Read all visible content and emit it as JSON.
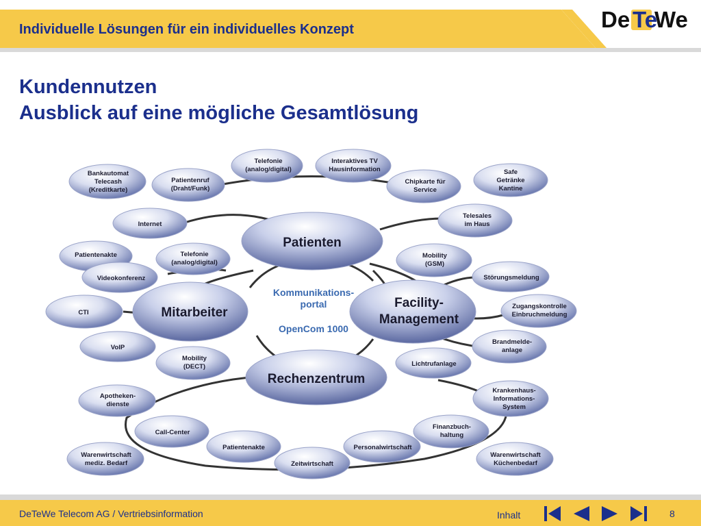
{
  "header": {
    "title": "Individuelle Lösungen für ein individuelles Konzept",
    "logo_text": "DeTeWe"
  },
  "headline": {
    "line1": "Kundennutzen",
    "line2": "Ausblick auf eine mögliche Gesamtlösung"
  },
  "colors": {
    "accent_yellow": "#f6c949",
    "title_blue": "#1b2f8c",
    "bubble_blue": "#6f7fb3",
    "line_dark": "#333333"
  },
  "diagram": {
    "center": {
      "line1": "Kommunikations-",
      "line2": "portal",
      "line3": "OpenCom 1000"
    },
    "hubs": {
      "patienten": "Patienten",
      "mitarbeiter": "Mitarbeiter",
      "facility_1": "Facility-",
      "facility_2": "Management",
      "rechenzentrum": "Rechenzentrum"
    },
    "nodes": {
      "telefonie_top": [
        "Telefonie",
        "(analog/digital)"
      ],
      "interaktives_tv": [
        "Interaktives TV",
        "Hausinformation"
      ],
      "patientenruf": [
        "Patientenruf",
        "(Draht/Funk)"
      ],
      "chipkarte": [
        "Chipkarte für",
        "Service"
      ],
      "bankautomat": [
        "Bankautomat",
        "Telecash",
        "(Kreditkarte)"
      ],
      "safe": [
        "Safe",
        "Getränke",
        "Kantine"
      ],
      "internet": [
        "Internet"
      ],
      "telesales": [
        "Telesales",
        "im Haus"
      ],
      "patientenakte_left": [
        "Patientenakte"
      ],
      "telefonie_left": [
        "Telefonie",
        "(analog/digital)"
      ],
      "videokonferenz": [
        "Videokonferenz"
      ],
      "mobility_gsm": [
        "Mobility",
        "(GSM)"
      ],
      "stoerungsmeldung": [
        "Störungsmeldung"
      ],
      "cti": [
        "CTI"
      ],
      "zugangskontrolle": [
        "Zugangskontrolle",
        "Einbruchmeldung"
      ],
      "voip": [
        "VoIP"
      ],
      "brandmelde": [
        "Brandmelde-",
        "anlage"
      ],
      "mobility_dect": [
        "Mobility",
        "(DECT)"
      ],
      "lichtrufanlage": [
        "Lichtrufanlage"
      ],
      "apotheken": [
        "Apotheken-",
        "dienste"
      ],
      "krankenhaus": [
        "Krankenhaus-",
        "Informations-",
        "System"
      ],
      "call_center": [
        "Call-Center"
      ],
      "finanzbuch": [
        "Finanzbuch-",
        "haltung"
      ],
      "patientenakte_bottom": [
        "Patientenakte"
      ],
      "personalwirtschaft": [
        "Personalwirtschaft"
      ],
      "warenwirtschaft_left": [
        "Warenwirtschaft",
        "mediz. Bedarf"
      ],
      "zeitwirtschaft": [
        "Zeitwirtschaft"
      ],
      "warenwirtschaft_right": [
        "Warenwirtschaft",
        "Küchenbedarf"
      ]
    }
  },
  "footer": {
    "company": "DeTeWe Telecom AG / Vertriebsinformation",
    "inhalt_label": "Inhalt",
    "page_number": "8"
  }
}
